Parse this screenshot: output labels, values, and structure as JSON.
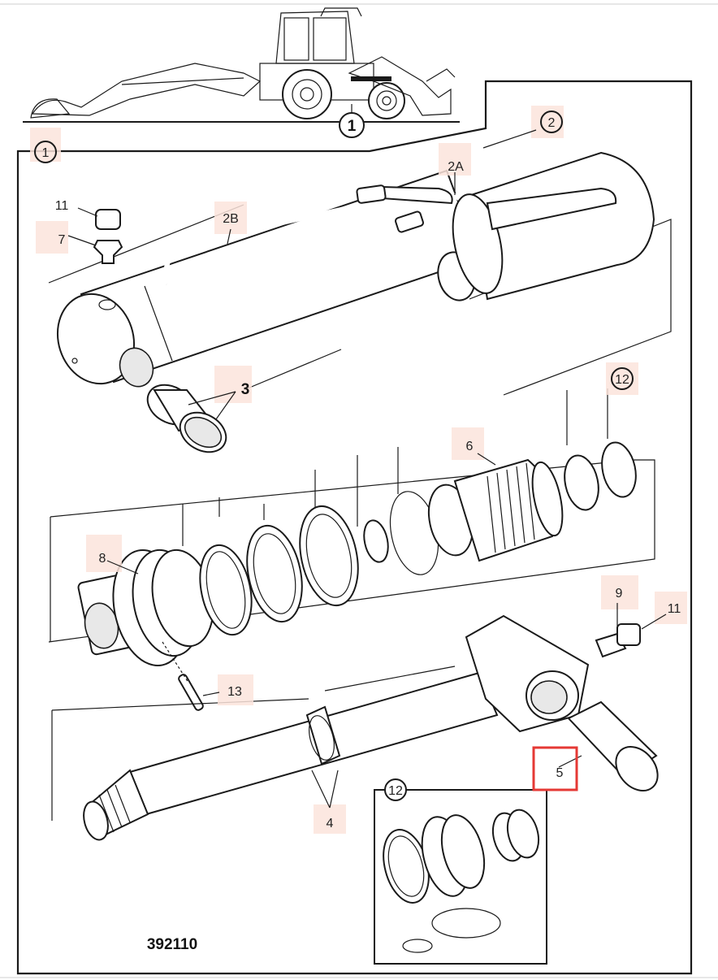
{
  "drawing_number": "392110",
  "callouts": {
    "c1_machine": "1",
    "c1_frame": "1",
    "c2": "2",
    "c2a": "2A",
    "c2b": "2B",
    "c3": "3",
    "c4": "4",
    "c5": "5",
    "c6": "6",
    "c7": "7",
    "c8": "8",
    "c9": "9",
    "c11_top": "11",
    "c11_right": "11",
    "c12_top": "12",
    "c12_inset": "12",
    "c13": "13"
  },
  "colors": {
    "highlight_fill": "#fbe4dc",
    "selection_box": "#e53935",
    "line": "#1a1a1a"
  },
  "selected_callout": "5"
}
